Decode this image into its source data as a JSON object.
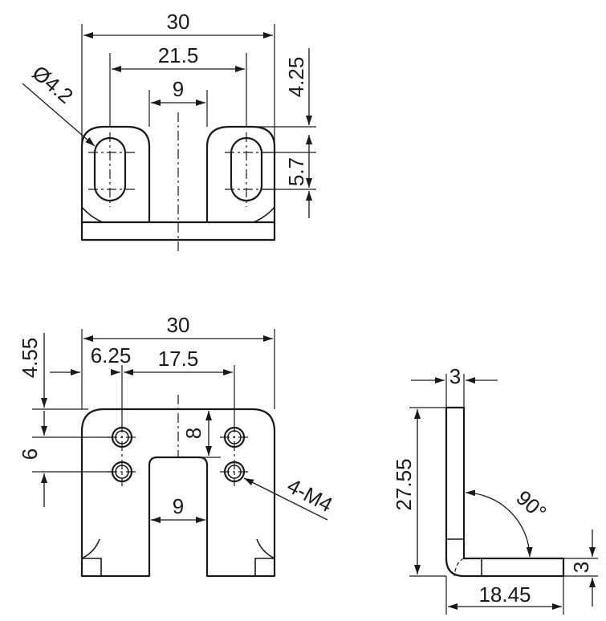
{
  "top_view": {
    "dim_width": "30",
    "dim_slot_spacing": "21.5",
    "dim_gap": "9",
    "dim_diameter": "Ø4.2",
    "dim_top_offset": "4.25",
    "dim_slot_length": "5.7"
  },
  "front_view": {
    "dim_width": "30",
    "dim_top_offset": "4.55",
    "dim_edge_offset": "6.25",
    "dim_hole_spacing": "17.5",
    "dim_vertical_pitch": "6",
    "dim_center_height": "8",
    "dim_gap": "9",
    "dim_thread": "4-M4"
  },
  "side_view": {
    "dim_thickness_top": "3",
    "dim_height": "27.55",
    "dim_angle": "90°",
    "dim_thickness_side": "3",
    "dim_length": "18.45"
  }
}
